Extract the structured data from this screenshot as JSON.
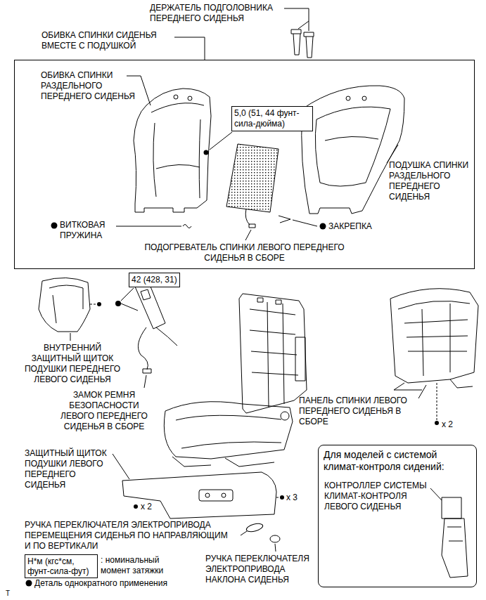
{
  "diagram": {
    "nodes": [
      {
        "text": [
          "ОБИВКА СПИНКИ СИДЕНЬЯ ВМЕСТЕ С ПОДУШКОЙ"
        ]
      },
      {
        "text": [
          "5,0 (51, 44 фунт-сила-дюйма)"
        ],
        "in": 0
      },
      {
        "text": [
          "42 (428, 31)"
        ]
      },
      {
        "text": [
          "Для моделей с системой климат-контроля сидений:",
          "КОНТРОЛЛЕР СИСТЕМЫ КЛИМАТ-КОНТРОЛЯ ЛЕВОГО СИДЕНЬЯ"
        ]
      },
      {
        "text": [
          "Н*м (кгс*см, фунт-сила-фут)"
        ]
      }
    ],
    "labels": [
      "ДЕРЖАТЕЛЬ ПОДГОЛОВНИКА ПЕРЕДНЕГО СИДЕНЬЯ",
      "ОБИВКА СПИНКИ РАЗДЕЛЬНОГО ПЕРЕДНЕГО СИДЕНЬЯ",
      "ПОДУШКА СПИНКИ РАЗДЕЛЬНОГО ПЕРЕДНЕГО СИДЕНЬЯ",
      "ВИТКОВАЯ ПРУЖИНА",
      "ЗАКРЕПКА",
      "ПОДОГРЕВАТЕЛЬ СПИНКИ ЛЕВОГО ПЕРЕДНЕГО СИДЕНЬЯ В СБОРЕ",
      "ВНУТРЕННИЙ ЗАЩИТНЫЙ ЩИТОК ПОДУШКИ ПЕРЕДНЕГО ЛЕВОГО СИДЕНЬЯ",
      "ЗАМОК РЕМНЯ БЕЗОПАСНОСТИ ЛЕВОГО ПЕРЕДНЕГО СИДЕНЬЯ В СБОРЕ",
      "ПАНЕЛЬ СПИНКИ ЛЕВОГО ПЕРЕДНЕГО СИДЕНЬЯ В СБОРЕ",
      "x 2",
      "ЗАЩИТНЫЙ ЩИТОК ПОДУШКИ ЛЕВОГО ПЕРЕДНЕГО СИДЕНЬЯ",
      "x 3",
      "x 2",
      "РУЧКА ПЕРЕКЛЮЧАТЕЛЯ ЭЛЕКТРОПРИВОДА ПЕРЕМЕЩЕНИЯ СИДЕНЬЯ ПО НАПРАВЛЯЮЩИМ И ПО ВЕРТИКАЛИ",
      "РУЧКА ПЕРЕКЛЮЧАТЕЛЯ ЭЛЕКТРОПРИВОДА НАКЛОНА СИДЕНЬЯ",
      "T"
    ],
    "legend": [
      {
        "text": ": номинальный момент затяжки"
      },
      {
        "text": "Деталь однократного применения"
      }
    ]
  }
}
